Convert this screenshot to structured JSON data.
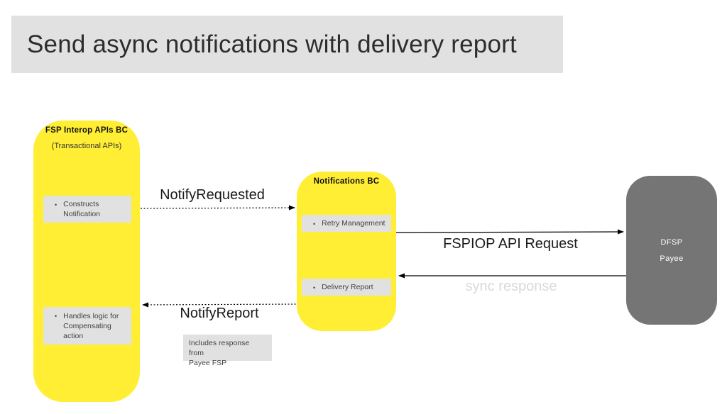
{
  "title": "Send async notifications with delivery report",
  "bullet": "•",
  "nodes": {
    "fsp_interop": {
      "title": "FSP Interop APIs BC",
      "subtitle": "(Transactional APIs)",
      "items": [
        {
          "lines": [
            "Constructs",
            "Notification"
          ]
        },
        {
          "lines": [
            "Handles logic for",
            "Compensating",
            "action"
          ]
        }
      ]
    },
    "notifications": {
      "title": "Notifications BC",
      "items": [
        {
          "lines": [
            "Retry Management"
          ]
        },
        {
          "lines": [
            "Delivery Report"
          ]
        }
      ]
    },
    "dfsp_payee": {
      "lines": [
        "DFSP",
        "Payee"
      ]
    }
  },
  "edges": {
    "notify_requested": {
      "label": "NotifyRequested",
      "style": "dotted",
      "direction": "left-to-right"
    },
    "fspiop_request": {
      "label": "FSPIOP API Request",
      "style": "solid",
      "direction": "left-to-right"
    },
    "sync_response": {
      "label": "sync response",
      "style": "solid",
      "direction": "right-to-left"
    },
    "notify_report": {
      "label": "NotifyReport",
      "style": "dotted",
      "direction": "right-to-left"
    }
  },
  "note": {
    "lines": [
      "Includes response from",
      "Payee FSP"
    ]
  },
  "colors": {
    "node_yellow": "#ffee33",
    "node_gray": "#757575",
    "panel_gray": "#e1e1e1",
    "sync_label_gray": "#d9d9d9",
    "arrow": "#000000"
  }
}
